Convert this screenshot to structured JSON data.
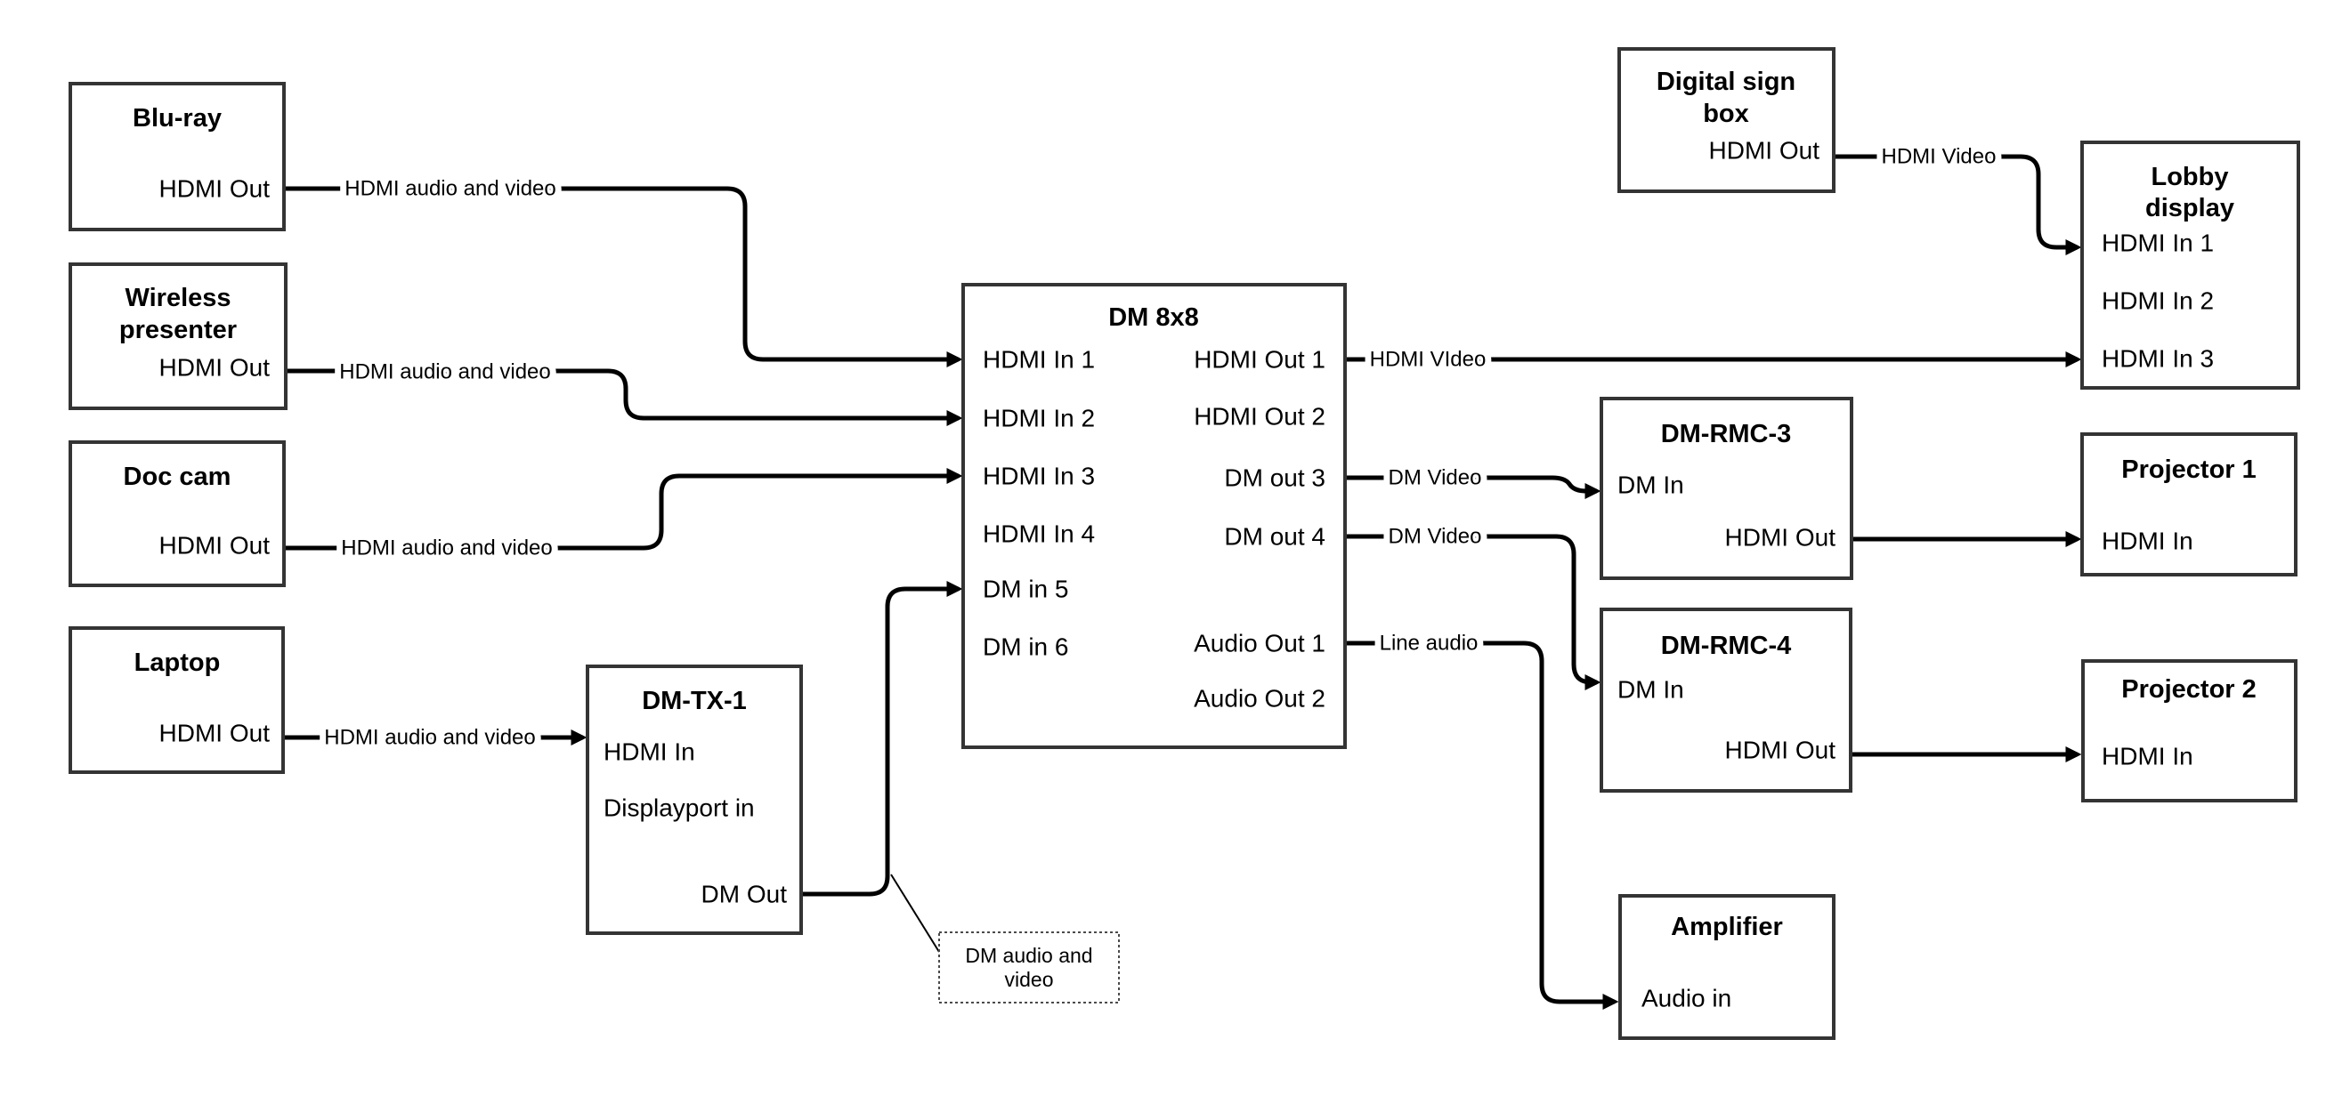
{
  "diagram": {
    "kind": "AV signal-flow diagram",
    "background": "#ffffff",
    "line_color": "#000000",
    "box_border_color": "#343434"
  },
  "nodes": {
    "bluray": {
      "title": "Blu-ray",
      "port_hdmi_out": "HDMI Out"
    },
    "wireless": {
      "title_line1": "Wireless",
      "title_line2": "presenter",
      "port_hdmi_out": "HDMI Out"
    },
    "doccam": {
      "title": "Doc cam",
      "port_hdmi_out": "HDMI Out"
    },
    "laptop": {
      "title": "Laptop",
      "port_hdmi_out": "HDMI Out"
    },
    "dmtx1": {
      "title": "DM-TX-1",
      "port_hdmi_in": "HDMI In",
      "port_displayport_in": "Displayport in",
      "port_dm_out": "DM Out"
    },
    "dm8x8": {
      "title": "DM 8x8",
      "port_hdmi_in_1": "HDMI In 1",
      "port_hdmi_in_2": "HDMI In 2",
      "port_hdmi_in_3": "HDMI In 3",
      "port_hdmi_in_4": "HDMI In 4",
      "port_dm_in_5": "DM in 5",
      "port_dm_in_6": "DM in 6",
      "port_hdmi_out_1": "HDMI Out 1",
      "port_hdmi_out_2": "HDMI Out 2",
      "port_dm_out_3": "DM out 3",
      "port_dm_out_4": "DM out 4",
      "port_audio_out_1": "Audio Out 1",
      "port_audio_out_2": "Audio Out 2"
    },
    "digisign": {
      "title_line1": "Digital sign",
      "title_line2": "box",
      "port_hdmi_out": "HDMI Out"
    },
    "lobby": {
      "title_line1": "Lobby",
      "title_line2": "display",
      "port_hdmi_in_1": "HDMI In 1",
      "port_hdmi_in_2": "HDMI In 2",
      "port_hdmi_in_3": "HDMI In 3"
    },
    "rmc3": {
      "title": "DM-RMC-3",
      "port_dm_in": "DM In",
      "port_hdmi_out": "HDMI Out"
    },
    "proj1": {
      "title": "Projector 1",
      "port_hdmi_in": "HDMI In"
    },
    "rmc4": {
      "title": "DM-RMC-4",
      "port_dm_in": "DM In",
      "port_hdmi_out": "HDMI Out"
    },
    "proj2": {
      "title": "Projector 2",
      "port_hdmi_in": "HDMI In"
    },
    "amp": {
      "title": "Amplifier",
      "port_audio_in": "Audio in"
    }
  },
  "edge_labels": {
    "bluray_to_dm8x8": "HDMI audio and video",
    "wireless_to_dm8x8": "HDMI audio and video",
    "doccam_to_dm8x8": "HDMI audio and video",
    "laptop_to_dmtx1": "HDMI audio and video",
    "hdmiout1_to_lobby": "HDMI VIdeo",
    "dmout3_to_rmc3": "DM Video",
    "dmout4_to_rmc4": "DM Video",
    "audioout1_to_amp": "Line audio",
    "digisign_to_lobby": "HDMI Video"
  },
  "note": {
    "line1": "DM audio and",
    "line2": "video"
  },
  "connections": [
    {
      "from": "Blu-ray",
      "from_port": "HDMI Out",
      "to": "DM 8x8",
      "to_port": "HDMI In 1",
      "label": "HDMI audio and video"
    },
    {
      "from": "Wireless presenter",
      "from_port": "HDMI Out",
      "to": "DM 8x8",
      "to_port": "HDMI In 2",
      "label": "HDMI audio and video"
    },
    {
      "from": "Doc cam",
      "from_port": "HDMI Out",
      "to": "DM 8x8",
      "to_port": "HDMI In 3",
      "label": "HDMI audio and video"
    },
    {
      "from": "Laptop",
      "from_port": "HDMI Out",
      "to": "DM-TX-1",
      "to_port": "HDMI In",
      "label": "HDMI audio and video"
    },
    {
      "from": "DM-TX-1",
      "from_port": "DM Out",
      "to": "DM 8x8",
      "to_port": "DM in 5",
      "label": "DM audio and video"
    },
    {
      "from": "DM 8x8",
      "from_port": "HDMI Out 1",
      "to": "Lobby display",
      "to_port": "HDMI In 3",
      "label": "HDMI VIdeo"
    },
    {
      "from": "DM 8x8",
      "from_port": "DM out 3",
      "to": "DM-RMC-3",
      "to_port": "DM In",
      "label": "DM Video"
    },
    {
      "from": "DM 8x8",
      "from_port": "DM out 4",
      "to": "DM-RMC-4",
      "to_port": "DM In",
      "label": "DM Video"
    },
    {
      "from": "DM 8x8",
      "from_port": "Audio Out 1",
      "to": "Amplifier",
      "to_port": "Audio in",
      "label": "Line audio"
    },
    {
      "from": "Digital sign box",
      "from_port": "HDMI Out",
      "to": "Lobby display",
      "to_port": "HDMI In 1",
      "label": "HDMI Video"
    },
    {
      "from": "DM-RMC-3",
      "from_port": "HDMI Out",
      "to": "Projector 1",
      "to_port": "HDMI In",
      "label": ""
    },
    {
      "from": "DM-RMC-4",
      "from_port": "HDMI Out",
      "to": "Projector 2",
      "to_port": "HDMI In",
      "label": ""
    }
  ]
}
